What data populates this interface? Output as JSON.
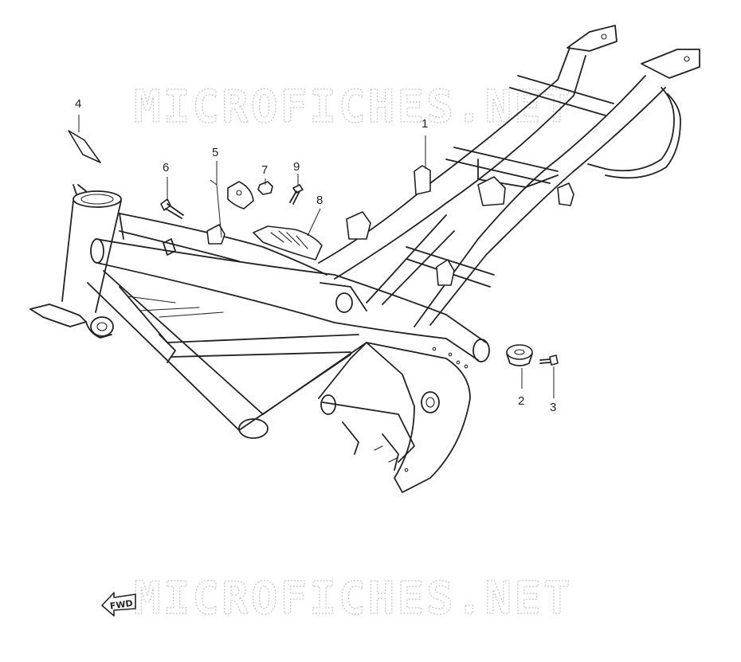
{
  "watermark": {
    "top": "MICROFICHES.NET",
    "bottom": "MICROFICHES.NET"
  },
  "fwd_badge": "FWD",
  "callouts": [
    {
      "id": "1",
      "label": "1"
    },
    {
      "id": "2",
      "label": "2"
    },
    {
      "id": "3",
      "label": "3"
    },
    {
      "id": "4",
      "label": "4"
    },
    {
      "id": "5",
      "label": "5"
    },
    {
      "id": "6",
      "label": "6"
    },
    {
      "id": "7",
      "label": "7"
    },
    {
      "id": "8",
      "label": "8"
    },
    {
      "id": "9",
      "label": "9"
    }
  ],
  "colors": {
    "line": "#222222",
    "watermark": "#c4c4c4",
    "background": "#ffffff"
  }
}
